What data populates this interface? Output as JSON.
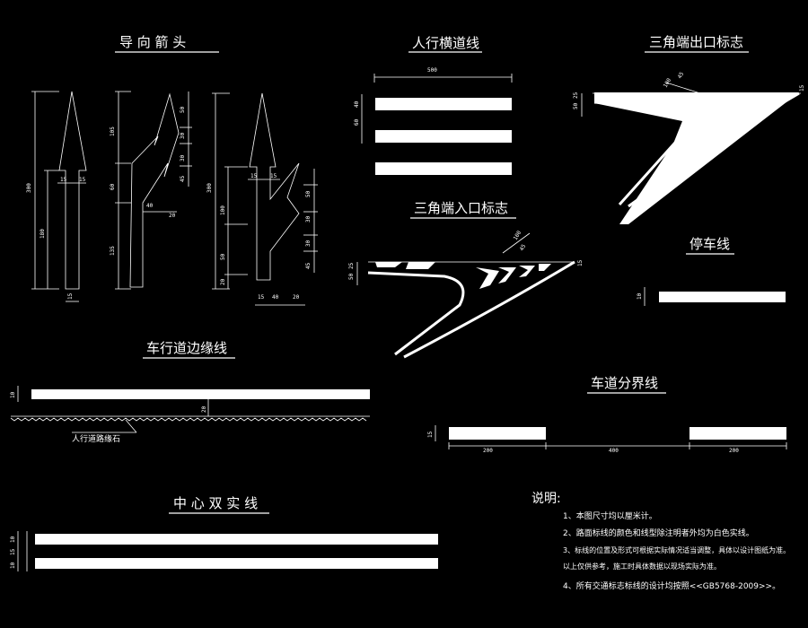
{
  "titles": {
    "guide_arrow": "导 向 箭 头",
    "crosswalk": "人行横道线",
    "exit_mark": "三角端出口标志",
    "entry_mark": "三角端入口标志",
    "stop_line": "停车线",
    "edge_line": "车行道边缘线",
    "lane_line": "车道分界线",
    "center_line": "中 心 双 实 线"
  },
  "dims": {
    "arrow_total": "300",
    "arrow_shaft": "180",
    "arrow_w1": "15",
    "arrow_w2": "15",
    "arrow_base": "15",
    "turn_105": "105",
    "turn_60": "60",
    "turn_135": "135",
    "turn_40": "40",
    "turn_20": "20",
    "turn_50": "50",
    "turn_30": "30",
    "turn_45": "45",
    "turn_30b": "30",
    "comb_300": "300",
    "comb_100": "100",
    "comb_50": "50",
    "comb_20": "20",
    "comb_15a": "15",
    "comb_15b": "15",
    "comb_50r": "50",
    "comb_30r": "30",
    "comb_30r2": "30",
    "comb_45r": "45",
    "comb_bot_15": "15",
    "comb_bot_40": "40",
    "comb_bot_20": "20",
    "cw_500": "500",
    "cw_40": "40",
    "cw_60": "60",
    "exit_50": "50",
    "exit_25": "25",
    "exit_100": "100",
    "exit_45": "45",
    "exit_tip": "15",
    "entry_50": "50",
    "entry_25": "25",
    "entry_100": "100",
    "entry_45": "45",
    "entry_tip": "15",
    "stop_10": "10",
    "edge_10": "10",
    "edge_20": "20",
    "lane_15": "15",
    "lane_200a": "200",
    "lane_400": "400",
    "lane_200b": "200",
    "center_10a": "10",
    "center_15": "15",
    "center_10b": "10"
  },
  "curb_label": "人行道路缘石",
  "notes": {
    "heading": "说明:",
    "items": [
      "1、本图尺寸均以厘米计。",
      "2、路面标线的颜色和线型除注明者外均为白色实线。",
      "3、标线的位置及形式可根据实际情况适当调整，具体以设计图纸为准。",
      "   以上仅供参考，施工时具体数据以现场实际为准。",
      "4、所有交通标志标线的设计均按照<<GB5768-2009>>。"
    ]
  }
}
